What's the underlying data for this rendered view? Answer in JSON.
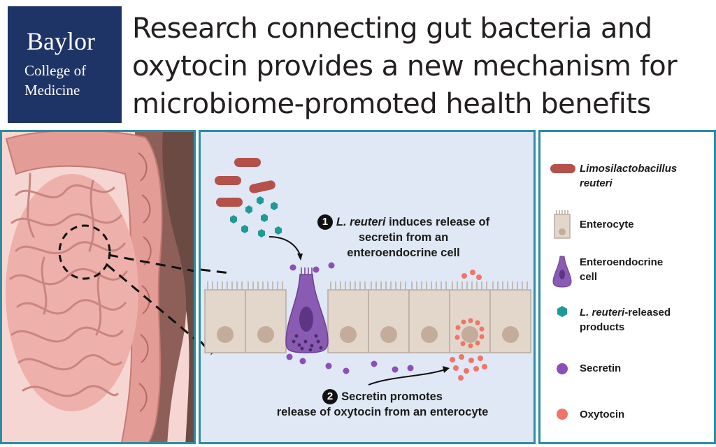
{
  "logo": {
    "line1": "Baylor",
    "line2": "College of",
    "line3": "Medicine"
  },
  "headline": {
    "line1": "Research connecting gut bacteria and",
    "line2": "oxytocin provides a new mechanism for",
    "line3": "microbiome-promoted health benefits"
  },
  "diagram": {
    "step1": {
      "number": "1",
      "line1_italic": "L. reuteri",
      "line1_rest": " induces release of",
      "line2": "secretin from an",
      "line3": "enteroendocrine cell"
    },
    "step2": {
      "number": "2",
      "line1": "Secretin promotes",
      "line2": "release of oxytocin from an enterocyte"
    }
  },
  "legend": {
    "bacterium_line1": "Limosilactobacillus",
    "bacterium_line2": "reuteri",
    "enterocyte": "Enterocyte",
    "enteroendocrine_line1": "Enteroendocrine",
    "enteroendocrine_line2": "cell",
    "products_italic": "L. reuteri",
    "products_rest": "-released",
    "products_line2": "products",
    "secretin": "Secretin",
    "oxytocin": "Oxytocin"
  },
  "colors": {
    "logo_bg": "#1f3466",
    "panel_border": "#2b8ea2",
    "intestine_pink": "#e9a8a2",
    "bacteria_red": "#b4514a",
    "products_teal": "#1f9a94",
    "secretin_purple": "#8a4fb8",
    "oxytocin_coral": "#f07468",
    "cell_beige": "#e3d6cb"
  }
}
